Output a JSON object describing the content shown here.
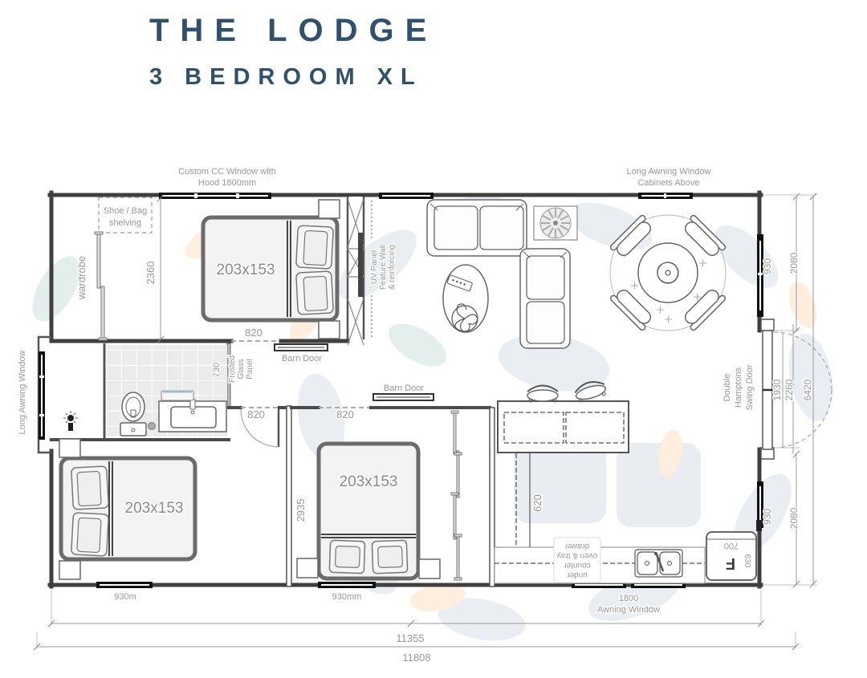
{
  "title": {
    "line1": "THE LODGE",
    "line2": "3 BEDROOM XL"
  },
  "colors": {
    "title": "#2f506e",
    "label": "#989898",
    "wall": "#3f3f3f",
    "window": "#111111"
  },
  "annotations": {
    "custom_window_l1": "Custom CC Window with",
    "custom_window_l2": "Hood 1800mm",
    "dining_window_l1": "Long Awning Window",
    "dining_window_l2": "Cabinets Above",
    "shoe_l1": "Shoe / Bag",
    "shoe_l2": "shelving",
    "wardrobe": "wardrobe",
    "left_window": "Long Awning Window",
    "uv_l1": "UV Panel",
    "uv_l2": "Feature Wall",
    "uv_l3": "& reinforcing",
    "frosted_l1": "Frosted",
    "frosted_l2": "Glass",
    "frosted_l3": "Panel",
    "barn_door_1": "Barn Door",
    "barn_door_2": "Barn Door",
    "swing_l1": "Double",
    "swing_l2": "Hamptons",
    "swing_l3": "Swing Door",
    "oven_l1": "under",
    "oven_l2": "counter",
    "oven_l3": "oven & tray",
    "oven_l4": "drawer",
    "fridge_letter": "F",
    "awning_l1": "1800",
    "awning_l2": "Awning Window"
  },
  "dims": {
    "bed1": "203x153",
    "bed2": "203x153",
    "bed3": "203x153",
    "d2360": "2360",
    "d820_bed1": "820",
    "d820_bed2": "820",
    "d820_bed3": "820",
    "d730": "730",
    "d930m": "930m",
    "d930mm": "930mm",
    "d2935": "2935",
    "d620": "620",
    "d700": "700",
    "d630": "630",
    "win930_top": "930",
    "win930_bottom": "930",
    "d2080_top": "2080",
    "d2080_bottom": "2080",
    "d1930": "1930",
    "d2260": "2260",
    "d6420": "6420",
    "d11355": "11355",
    "d11808": "11808"
  }
}
